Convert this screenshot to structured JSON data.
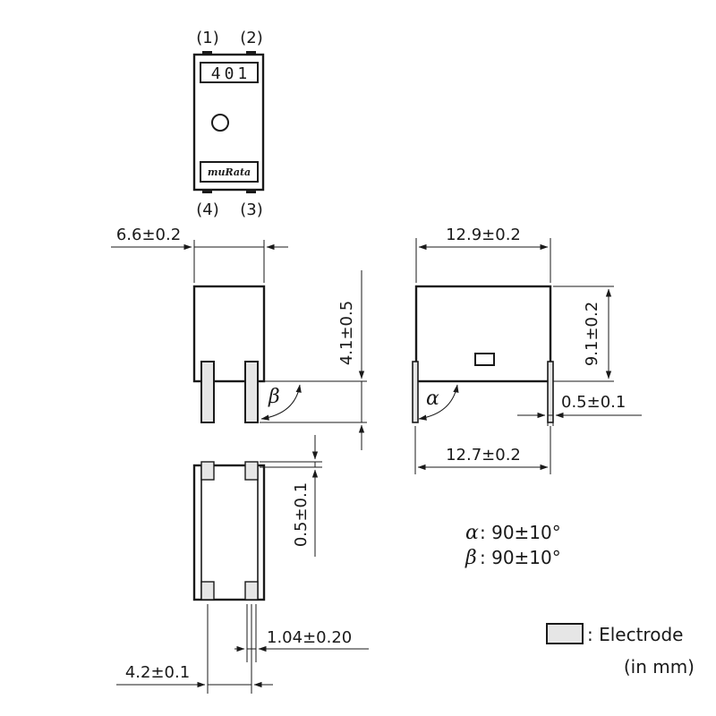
{
  "pins": {
    "p1": "(1)",
    "p2": "(2)",
    "p3": "(3)",
    "p4": "(4)"
  },
  "top_view": {
    "marking": "401",
    "logo": "muRata"
  },
  "dimensions": {
    "width_side": "6.6±0.2",
    "height_side": "4.1±0.5",
    "length_top": "12.9±0.2",
    "height_front": "9.1±0.2",
    "lead_thickness": "0.5±0.1",
    "lead_pitch": "12.7±0.2",
    "electrode_length": "0.5±0.1",
    "electrode_width": "1.04±0.20",
    "electrode_span": "4.2±0.1"
  },
  "angles": {
    "alpha_symbol": "α",
    "beta_symbol": "β",
    "alpha_value": ": 90±10°",
    "beta_value": ": 90±10°"
  },
  "legend": {
    "electrode_label": ": Electrode",
    "unit_note": "(in mm)"
  },
  "colors": {
    "line": "#1a1a1a",
    "electrode_fill": "#e6e6e6",
    "background": "#ffffff"
  }
}
